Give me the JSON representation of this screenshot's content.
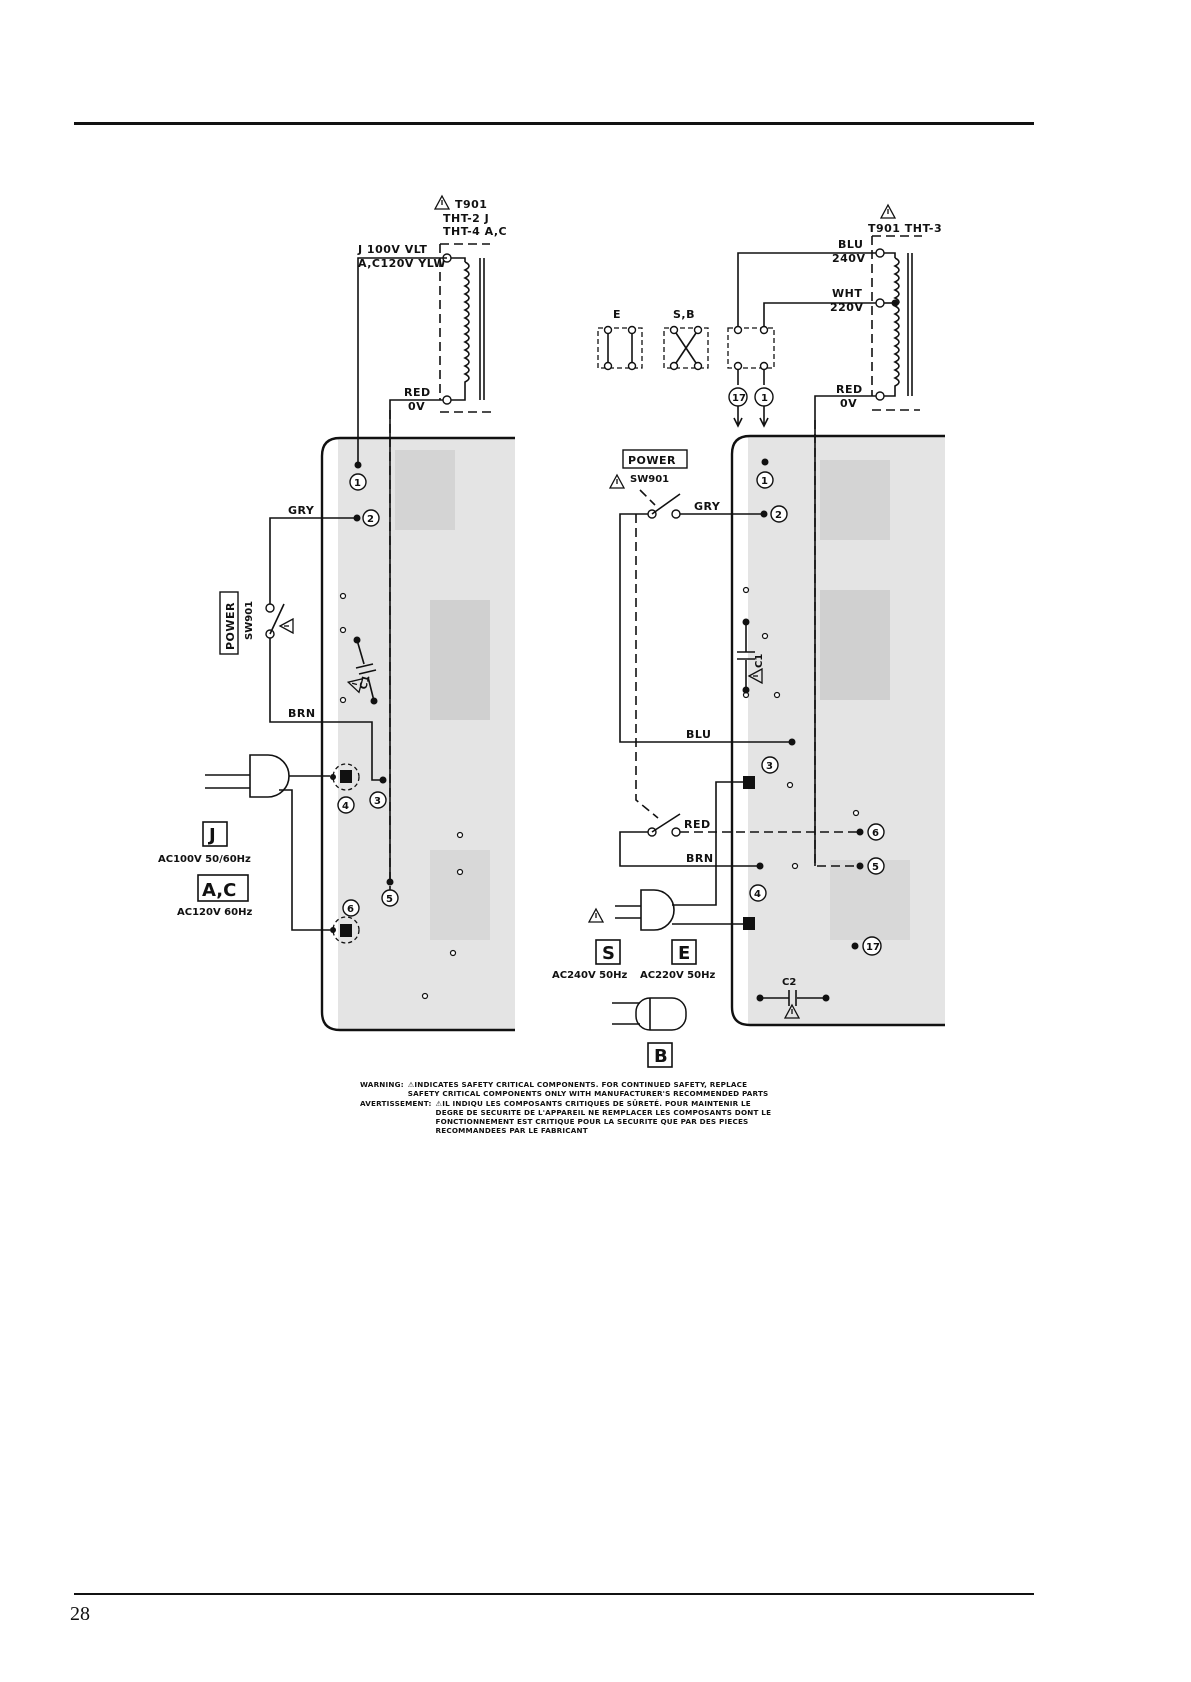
{
  "page_number": "28",
  "left_diagram": {
    "transformer_ref": "T901",
    "transformer_models": [
      "THT-2 J",
      "THT-4 A,C"
    ],
    "tap_j": "J 100V VLT",
    "tap_ac": "A,C120V YLW",
    "tap_red": "RED",
    "tap_0v": "0V",
    "wire_gry": "GRY",
    "wire_brn": "BRN",
    "switch_label": "POWER",
    "switch_ref": "SW901",
    "capacitor": "C1",
    "pins": [
      "1",
      "2",
      "3",
      "4",
      "5",
      "6"
    ],
    "region_j": "J",
    "region_j_spec": "AC100V 50/60Hz",
    "region_ac": "A,C",
    "region_ac_spec": "AC120V 60Hz"
  },
  "right_diagram": {
    "transformer_ref": "T901 THT-3",
    "tap_blu": "BLU",
    "tap_240": "240V",
    "tap_wht": "WHT",
    "tap_220": "220V",
    "tap_red": "RED",
    "tap_0v": "0V",
    "jumper_e": "E",
    "jumper_sb": "S,B",
    "pin_17": "17",
    "pin_1": "1",
    "switch_label": "POWER",
    "switch_ref": "SW901",
    "wire_gry": "GRY",
    "wire_blu": "BLU",
    "wire_red": "RED",
    "wire_brn": "BRN",
    "capacitor_c1": "C1",
    "capacitor_c2": "C2",
    "pins": [
      "1",
      "2",
      "3",
      "4",
      "5",
      "6",
      "17"
    ],
    "region_s": "S",
    "region_s_spec": "AC240V 50Hz",
    "region_e": "E",
    "region_e_spec": "AC220V 50Hz",
    "region_b": "B"
  },
  "warning": {
    "warning_head": "WARNING:",
    "warning_body": "⚠INDICATES SAFETY CRITICAL COMPONENTS. FOR CONTINUED SAFETY, REPLACE SAFETY CRITICAL COMPONENTS ONLY WITH MANUFACTURER'S RECOMMENDED PARTS",
    "avert_head": "AVERTISSEMENT:",
    "avert_body": "⚠IL INDIQU LES COMPOSANTS CRITIQUES DE SÛRETÉ. POUR MAINTENIR LE DEGRE DE SECURITE DE L'APPAREIL NE REMPLACER LES COMPOSANTS DONT LE FONCTIONNEMENT EST CRITIQUE POUR LA SECURITE QUE PAR DES PIECES RECOMMANDEES PAR LE FABRICANT"
  }
}
